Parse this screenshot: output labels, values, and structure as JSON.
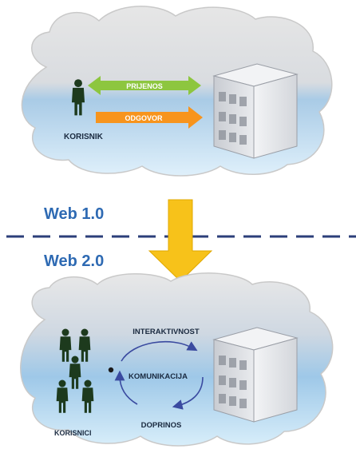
{
  "top_panel": {
    "user_label": "KORISNIK",
    "arrow_green_label": "PRIJENOS",
    "arrow_orange_label": "ODGOVOR"
  },
  "divider": {
    "label_above": "Web 1.0",
    "label_below": "Web 2.0"
  },
  "bottom_panel": {
    "users_label": "KORISNICI",
    "cycle_top_label": "INTERAKTIVNOST",
    "cycle_center_label": "KOMUNIKACIJA",
    "cycle_bottom_label": "DOPRINOS"
  },
  "colors": {
    "green_arrow": "#8dc63f",
    "orange_arrow": "#f7941d",
    "yellow_arrow": "#f7c21a",
    "divider_dash": "#2c3f7a",
    "web_label": "#2e6ab3",
    "cycle_arrow": "#3a4aa0",
    "person": "#1d3a1d"
  }
}
